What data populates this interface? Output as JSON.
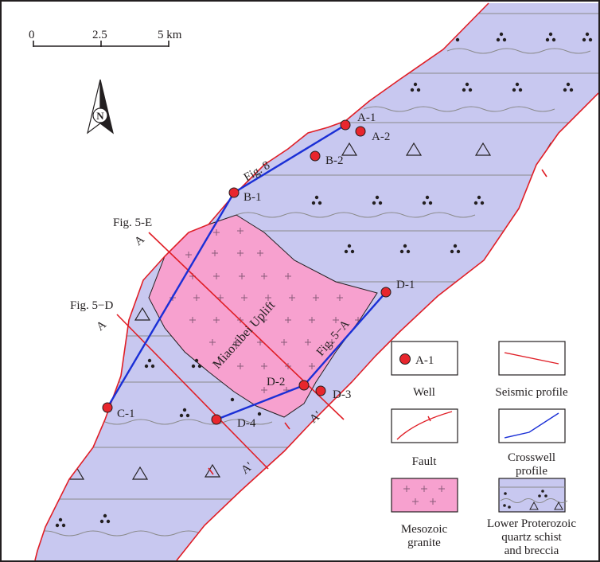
{
  "scale_bar": {
    "ticks": [
      "0",
      "2.5",
      "5 km"
    ]
  },
  "north_arrow": {
    "letter": "N"
  },
  "wells": [
    {
      "name": "A-1"
    },
    {
      "name": "A-2"
    },
    {
      "name": "B-1"
    },
    {
      "name": "B-2"
    },
    {
      "name": "C-1"
    },
    {
      "name": "D-1"
    },
    {
      "name": "D-2"
    },
    {
      "name": "D-3"
    },
    {
      "name": "D-4"
    }
  ],
  "profiles": {
    "fig8": "Fig. 8",
    "fig5e": "Fig. 5-E",
    "fig5d": "Fig. 5−D",
    "fig5a": "Fig. 5−A",
    "a": "A",
    "a_prime": "A'"
  },
  "uplift_label": "Miaoxibei Uplift",
  "legend": {
    "well_sample": "A-1",
    "well": "Well",
    "seismic": "Seismic profile",
    "fault": "Fault",
    "crosswell_line1": "Crosswell",
    "crosswell_line2": "profile",
    "granite_line1": "Mesozoic",
    "granite_line2": "granite",
    "schist_line1": "Lower Proterozoic",
    "schist_line2": "quartz schist",
    "schist_line3": "and breccia"
  },
  "colors": {
    "schist_fill": "#c8c8f0",
    "granite_fill": "#f7a1cf",
    "fault": "#e01e26",
    "seismic": "#e01e26",
    "crosswell": "#1a2fd6",
    "well_fill": "#e8262d",
    "line": "#231f20"
  }
}
